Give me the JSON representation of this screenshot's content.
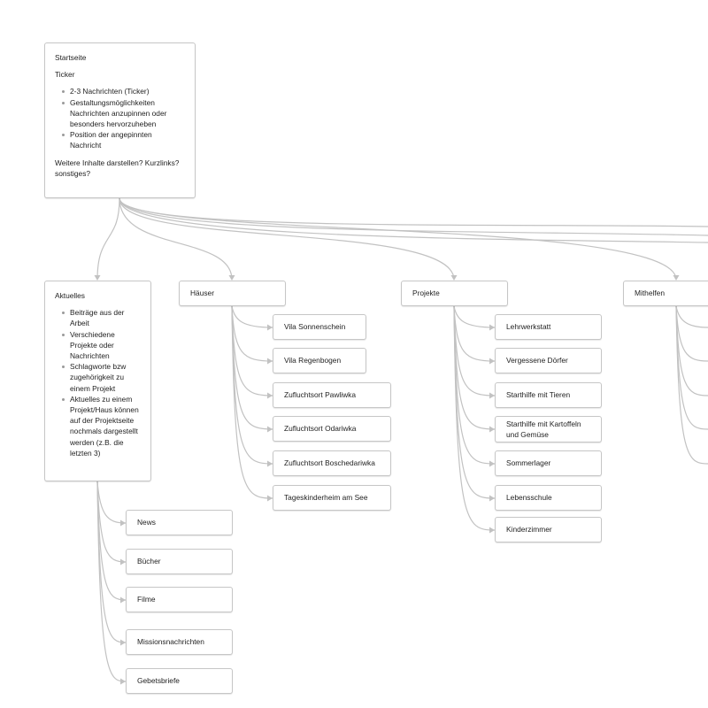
{
  "colors": {
    "line": "#c2c2c2",
    "border": "#c6c6c6",
    "text": "#1f1f1f"
  },
  "start": {
    "title": "Startseite",
    "subtitle": "Ticker",
    "bullets": [
      "2-3 Nachrichten (Ticker)",
      "Gestaltungsmöglichkeiten Nachrichten anzupinnen oder besonders hervorzuheben",
      "Position der angepinnten Nachricht"
    ],
    "footer": "Weitere Inhalte darstellen? Kurzlinks? sonstiges?"
  },
  "aktuelles": {
    "title": "Aktuelles",
    "bullets": [
      "Beiträge aus der Arbeit",
      "Verschiedene Projekte oder Nachrichten",
      "Schlagworte bzw zugehörigkeit zu einem Projekt",
      "Aktuelles zu einem Projekt/Haus können auf der Projektseite nochmals dargestellt werden (z.B. die letzten 3)"
    ],
    "children": [
      "News",
      "Bücher",
      "Filme",
      "Missionsnachrichten",
      "Gebetsbriefe"
    ]
  },
  "haeuser": {
    "title": "Häuser",
    "children": [
      "Vila Sonnenschein",
      "Vila Regenbogen",
      "Zufluchtsort Pawliwka",
      "Zufluchtsort Odariwka",
      "Zufluchtsort Boschedariwka",
      "Tageskinderheim am See"
    ]
  },
  "projekte": {
    "title": "Projekte",
    "children": [
      "Lehrwerkstatt",
      "Vergessene Dörfer",
      "Starthilfe mit Tieren",
      "Starthilfe mit Kartoffeln und Gemüse",
      "Sommerlager",
      "Lebensschule",
      "Kinderzimmer"
    ]
  },
  "mithelfen": {
    "title": "Mithelfen"
  }
}
